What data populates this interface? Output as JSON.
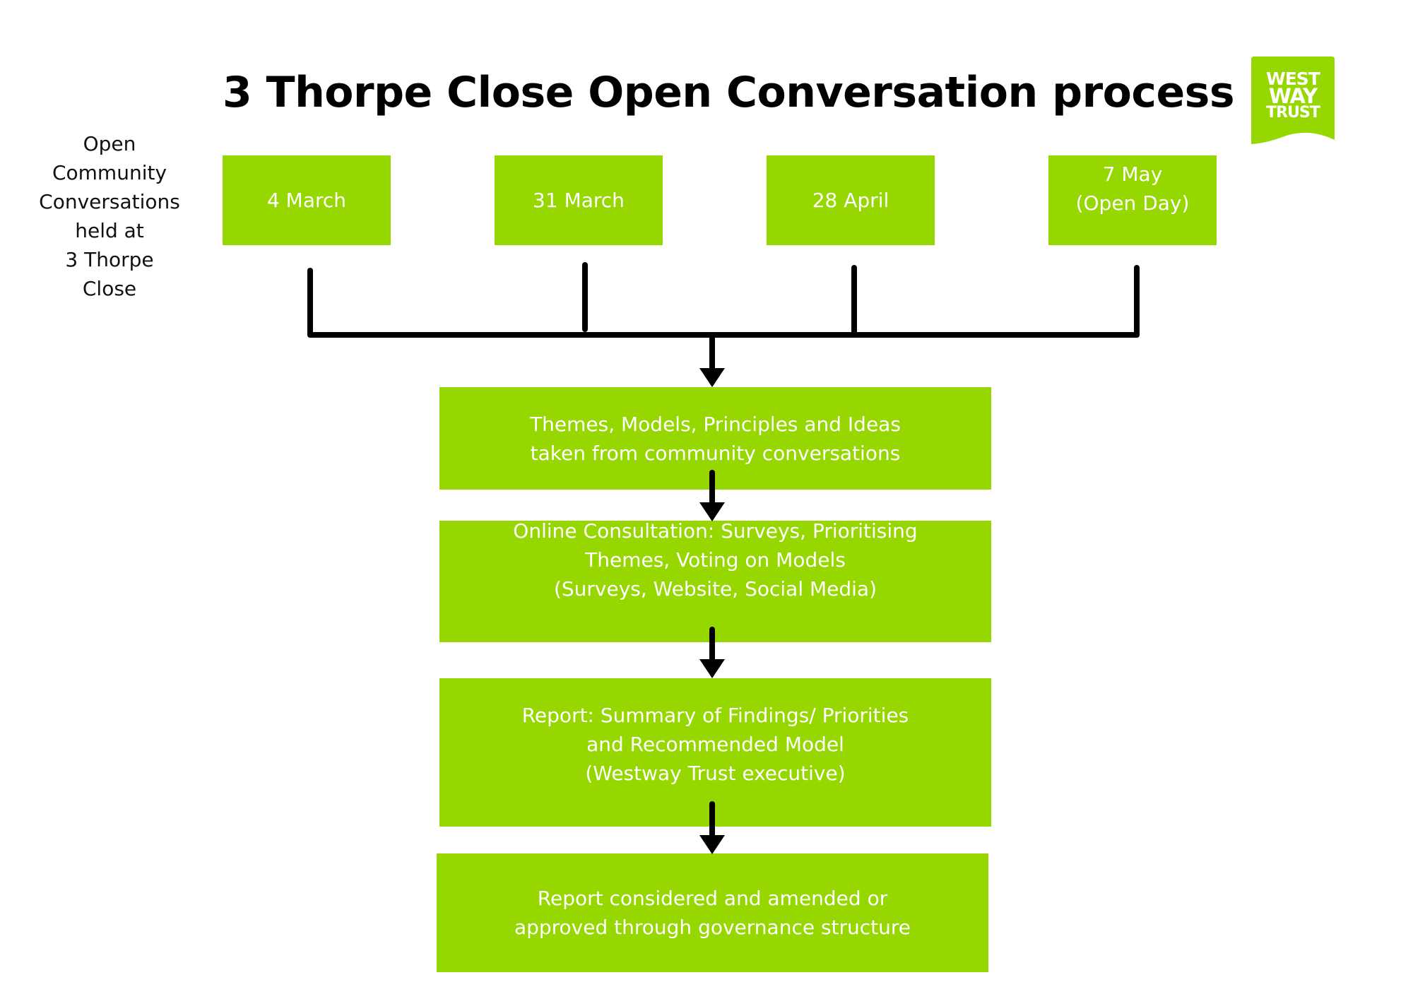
{
  "title": "3 Thorpe Close Open Conversation process",
  "side_label": [
    "Open",
    "Community",
    "Conversations",
    "held at",
    "3 Thorpe",
    "Close"
  ],
  "dates": [
    {
      "lines": [
        "4 March"
      ]
    },
    {
      "lines": [
        "31 March"
      ]
    },
    {
      "lines": [
        "28 April"
      ]
    },
    {
      "lines": [
        "7 May",
        "(Open Day)"
      ]
    }
  ],
  "steps": [
    {
      "lines": [
        "Themes, Models, Principles and Ideas",
        "taken from community conversations"
      ]
    },
    {
      "lines": [
        "Online Consultation: Surveys, Prioritising",
        "Themes, Voting on Models",
        "(Surveys, Website, Social Media)"
      ]
    },
    {
      "lines": [
        "Report: Summary of Findings/ Priorities",
        "and Recommended Model",
        "(Westway Trust executive)"
      ]
    },
    {
      "lines": [
        "Report considered and amended or",
        "approved through governance structure"
      ]
    }
  ],
  "logo": {
    "lines": [
      "WEST",
      "WAY",
      "TRUST"
    ]
  },
  "colors": {
    "box_fill": "#97D700",
    "box_text": "#FFFFFF",
    "connector": "#000000"
  }
}
